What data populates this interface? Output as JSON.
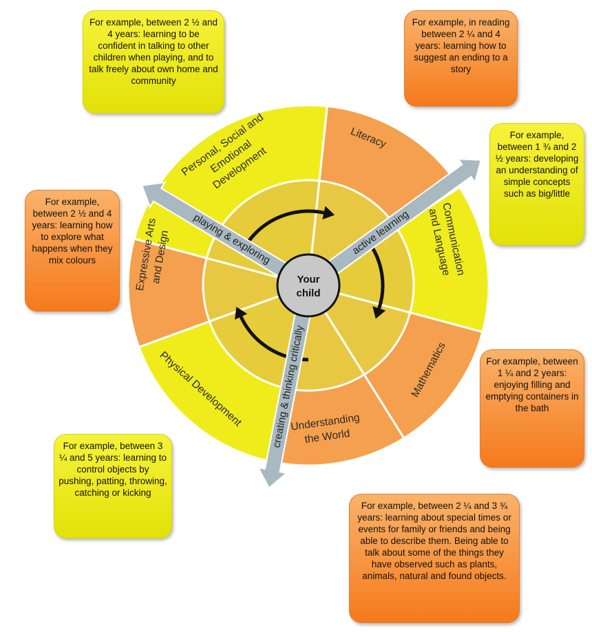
{
  "center": {
    "line1": "Your",
    "line2": "child"
  },
  "areas": {
    "personal": [
      "Personal, Social and",
      "Emotional",
      "Development"
    ],
    "literacy": [
      "Literacy"
    ],
    "communication": [
      "Communication",
      "and Language"
    ],
    "mathematics": [
      "Mathematics"
    ],
    "understanding": [
      "Understanding",
      "the World"
    ],
    "physical": [
      "Physical Development"
    ],
    "expressive": [
      "Expressive Arts",
      "and Design"
    ]
  },
  "strands": {
    "playing": "playing & exploring",
    "active": "active learning",
    "creating": "creating & thinking critically"
  },
  "examples": {
    "personal": "For example, between 2 ½ and 4 years: learning to be confident in talking to other children when playing, and to talk freely about own home and community",
    "literacy": "For example, in reading between 2 ¼ and 4 years: learning how to suggest an ending to a story",
    "communication": "For example, between 1 ¾ and 2 ½ years: developing an understanding of simple concepts such as big/little",
    "expressive": "For example, between 2 ½ and 4 years: learning how to explore what happens when they mix colours",
    "mathematics": "For example, between 1 ¼ and 2 years: enjoying filling and emptying containers in the bath",
    "physical": "For example, between 3 ¼ and 5 years: learning to control objects by pushing, patting, throwing, catching or kicking",
    "understanding": "For example, between 2 ¼ and 3 ¾ years: learning about special times or events for family or friends and being able to describe them. Being able to talk about some of the things they have observed such as plants, animals, natural and found objects."
  },
  "colors": {
    "yellow": "#f0ec1c",
    "orange": "#f5a04e",
    "inner_yellow": "#e6cc3a",
    "inner_orange": "#e8c842",
    "hub": "#c8c8c8",
    "arrow": "#a9b9c2"
  }
}
